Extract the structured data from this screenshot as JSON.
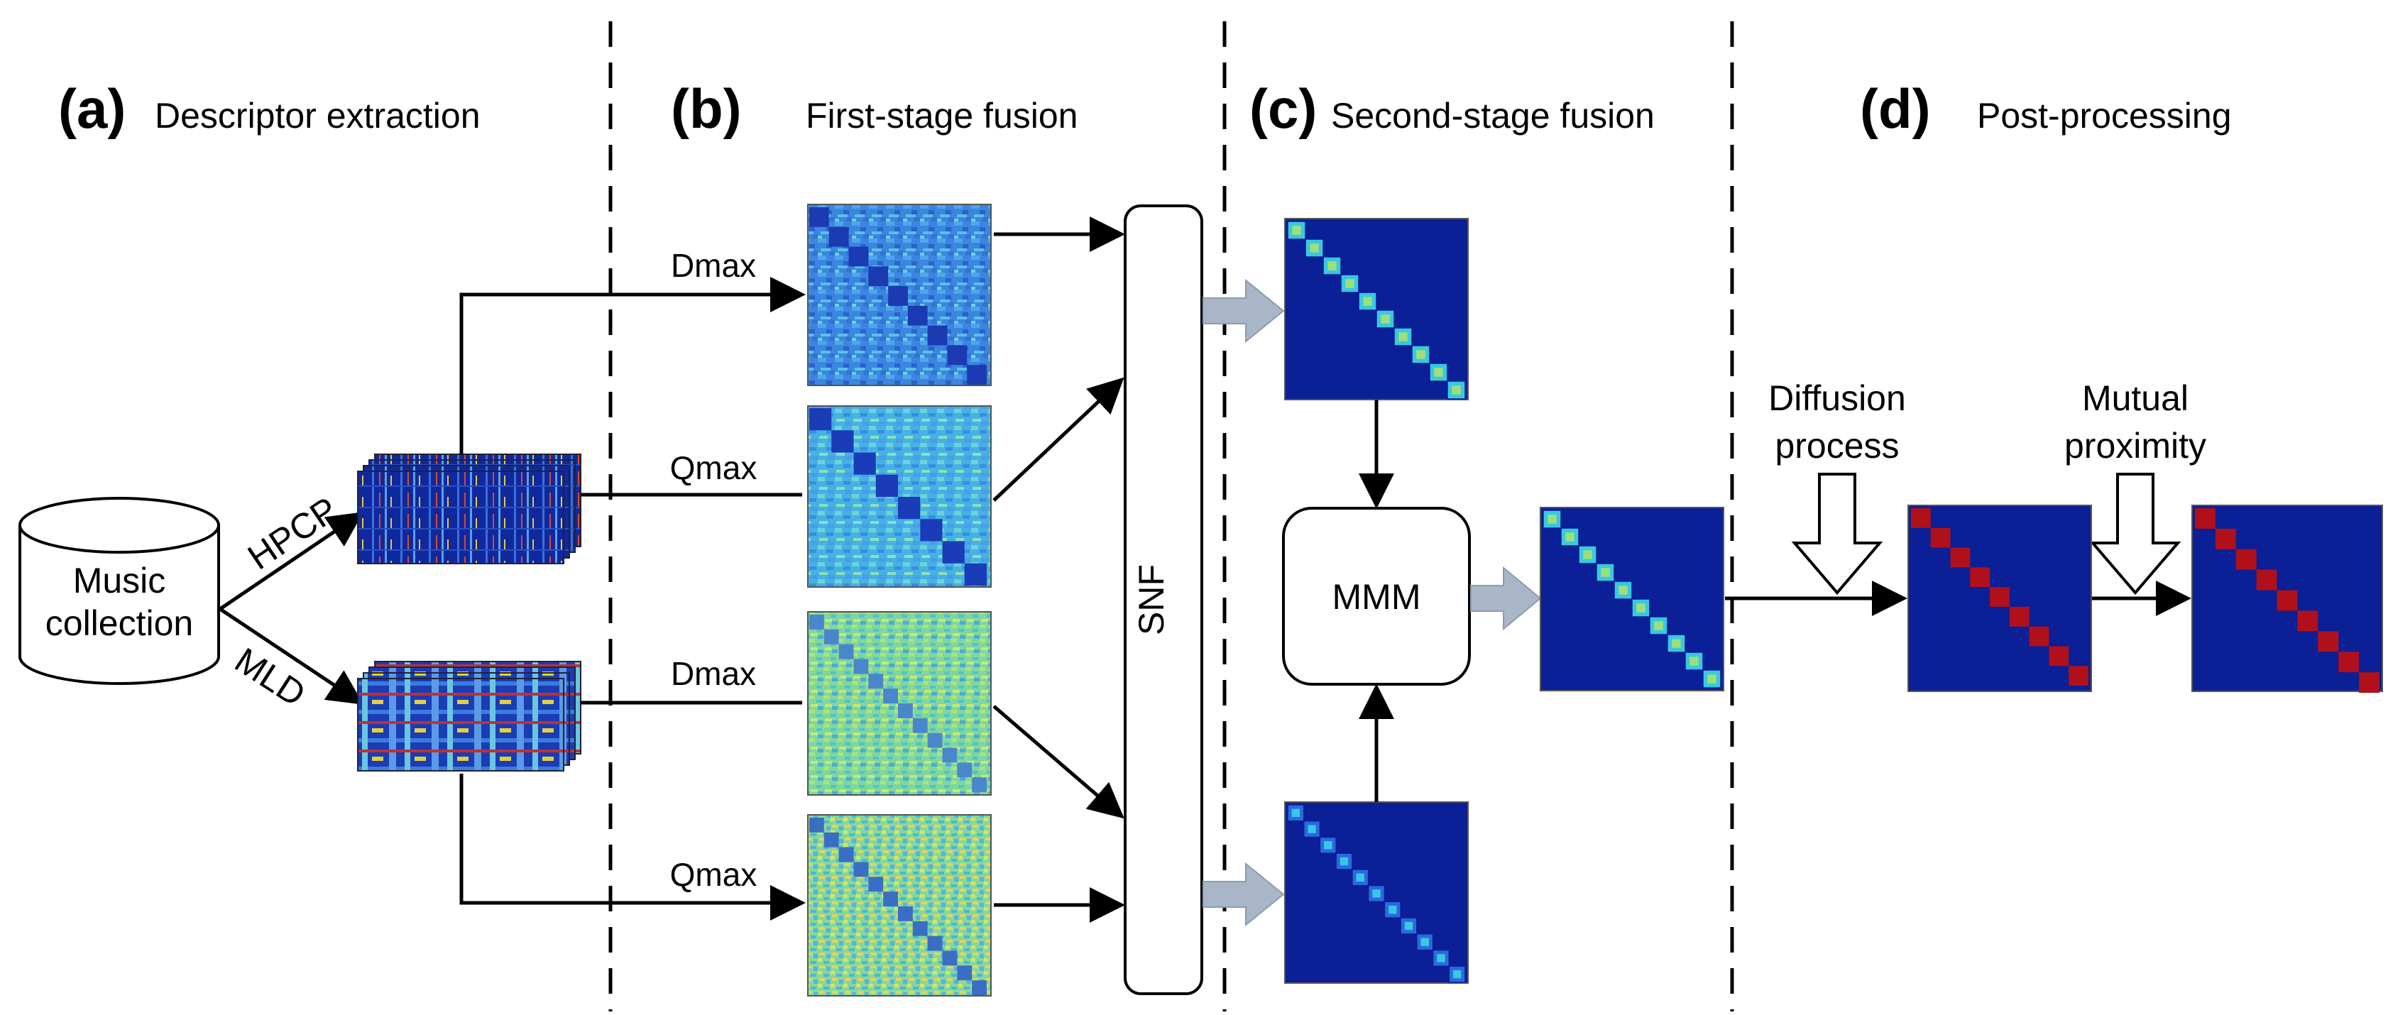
{
  "sections": [
    {
      "letter": "(a)",
      "title": "Descriptor extraction"
    },
    {
      "letter": "(b)",
      "title": "First-stage fusion"
    },
    {
      "letter": "(c)",
      "title": "Second-stage fusion"
    },
    {
      "letter": "(d)",
      "title": "Post-processing"
    }
  ],
  "music_collection": {
    "line1": "Music",
    "line2": "collection"
  },
  "descriptors": {
    "hpcp": "HPCP",
    "mld": "MLD"
  },
  "branch_labels": {
    "dmax_top": "Dmax",
    "qmax_top": "Qmax",
    "dmax_bottom": "Dmax",
    "qmax_bottom": "Qmax"
  },
  "snf": "SNF",
  "mmm": "MMM",
  "post": {
    "diffusion_line1": "Diffusion",
    "diffusion_line2": "process",
    "mutual_line1": "Mutual",
    "mutual_line2": "proximity"
  },
  "colors": {
    "matrix_dark": "#0a1f96",
    "matrix_mid": "#2f73d8",
    "matrix_cyan": "#38c8e0",
    "matrix_green": "#9be07a",
    "matrix_red": "#b0101a",
    "block_arrow": "#a8b6c8"
  }
}
